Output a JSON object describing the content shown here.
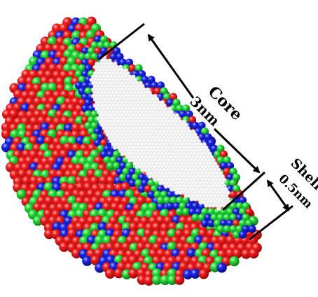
{
  "labels": {
    "core_title": "Core",
    "core_size": "3nm",
    "shell_title": "Shell",
    "shell_size": "0.5nm"
  },
  "colors": {
    "shell_atom_red": "#ee1a1a",
    "shell_atom_green": "#22d83a",
    "shell_atom_blue": "#1a22e0",
    "core_atom_white": "#f2f2f2",
    "annotation": "#000000",
    "background": "#ffffff"
  }
}
